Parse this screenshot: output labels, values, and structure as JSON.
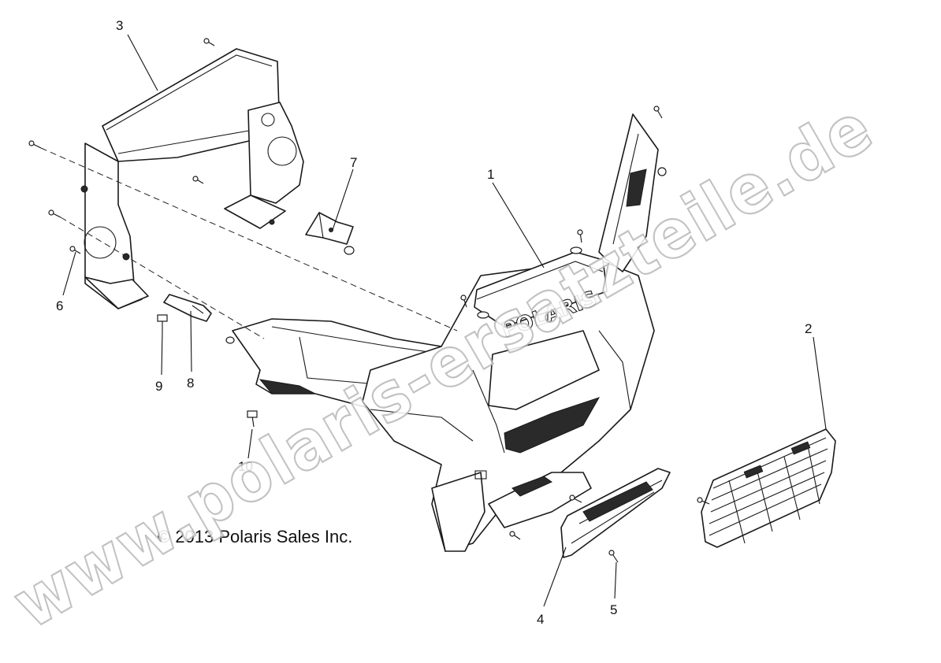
{
  "watermark": "www.polaris-ersatzteile.de",
  "copyright": "© 2013 Polaris Sales Inc.",
  "logo_text": "POLARIS",
  "callouts": [
    {
      "id": "1",
      "label": "1"
    },
    {
      "id": "2",
      "label": "2"
    },
    {
      "id": "3",
      "label": "3"
    },
    {
      "id": "4",
      "label": "4"
    },
    {
      "id": "5",
      "label": "5"
    },
    {
      "id": "6",
      "label": "6"
    },
    {
      "id": "7",
      "label": "7"
    },
    {
      "id": "8",
      "label": "8"
    },
    {
      "id": "9",
      "label": "9"
    },
    {
      "id": "10",
      "label": "10"
    }
  ]
}
